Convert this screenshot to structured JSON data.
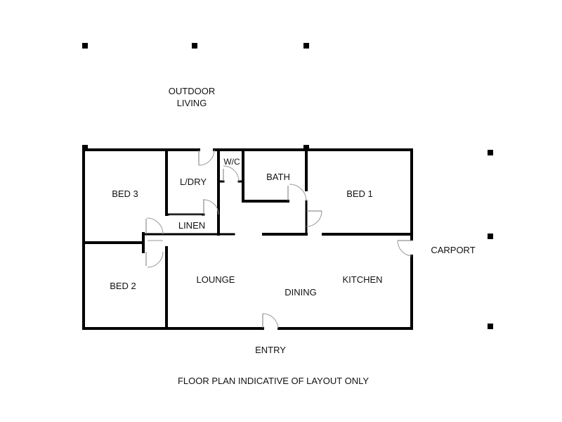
{
  "labels": {
    "outdoor_living_line1": "OUTDOOR",
    "outdoor_living_line2": "LIVING",
    "bed3": "BED 3",
    "bed2": "BED 2",
    "bed1": "BED 1",
    "laundry": "L/DRY",
    "wc": "W/C",
    "bath": "BATH",
    "linen": "LINEN",
    "lounge": "LOUNGE",
    "dining": "DINING",
    "kitchen": "KITCHEN",
    "carport": "CARPORT",
    "entry": "ENTRY",
    "disclaimer": "FLOOR PLAN INDICATIVE OF LAYOUT ONLY"
  },
  "colors": {
    "wall": "#000000",
    "door": "#777777",
    "background": "#ffffff"
  }
}
